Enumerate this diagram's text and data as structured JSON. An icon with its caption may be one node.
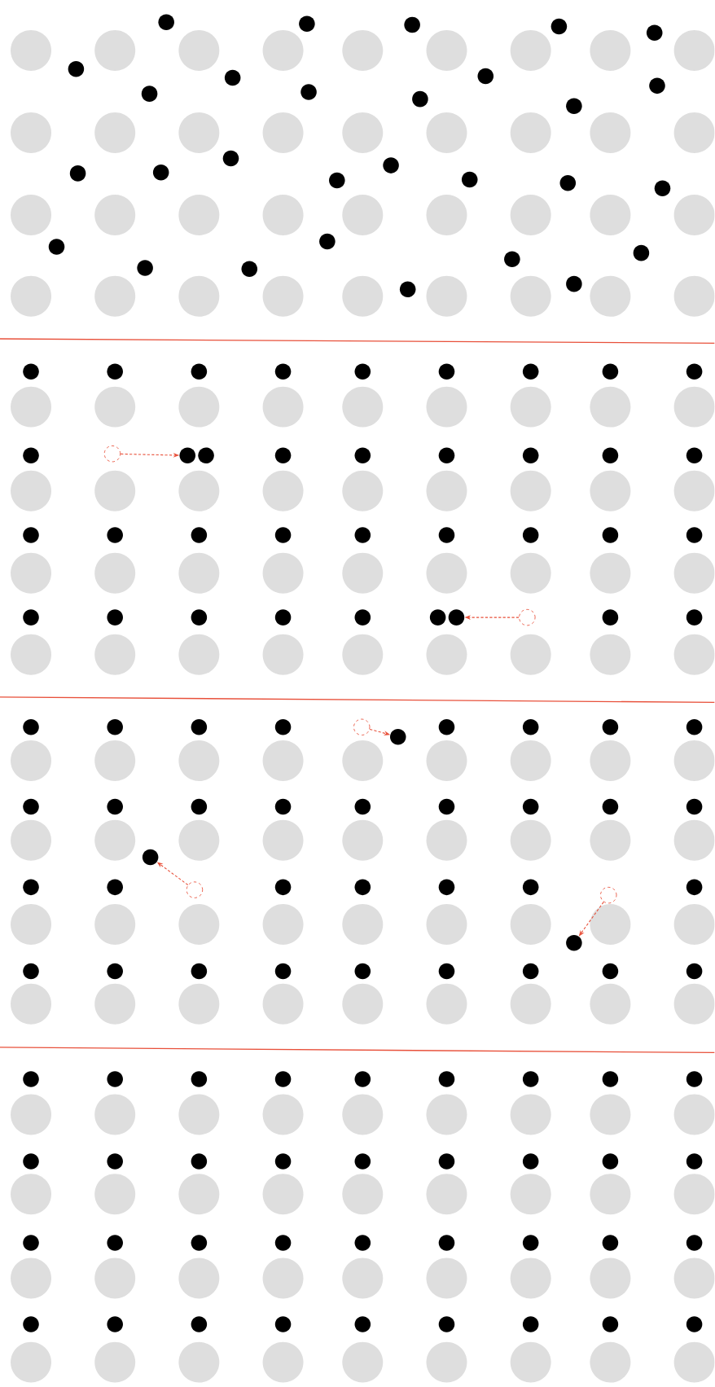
{
  "diagram": {
    "nodes": [
      {
        "text": [],
        "shape": "circle"
      },
      {
        "text": [],
        "shape": "circle"
      },
      {
        "text": [],
        "shape": "circle"
      },
      {
        "text": [],
        "shape": "circle"
      },
      {
        "text": [],
        "shape": "circle"
      },
      {
        "text": [],
        "shape": "circle"
      },
      {
        "text": [],
        "shape": "circle"
      },
      {
        "text": [],
        "shape": "circle"
      },
      {
        "text": [],
        "shape": "circle"
      },
      {
        "text": [],
        "shape": "circle"
      },
      {
        "text": [],
        "shape": "circle"
      },
      {
        "text": [],
        "shape": "circle"
      },
      {
        "text": [],
        "shape": "circle"
      },
      {
        "text": [],
        "shape": "circle"
      },
      {
        "text": [],
        "shape": "circle"
      },
      {
        "text": [],
        "shape": "circle"
      },
      {
        "text": [],
        "shape": "circle"
      },
      {
        "text": [],
        "shape": "circle"
      },
      {
        "text": [],
        "shape": "circle"
      },
      {
        "text": [],
        "shape": "circle"
      },
      {
        "text": [],
        "shape": "circle"
      },
      {
        "text": [],
        "shape": "circle"
      },
      {
        "text": [],
        "shape": "circle"
      },
      {
        "text": [],
        "shape": "circle"
      },
      {
        "text": [],
        "shape": "circle"
      },
      {
        "text": [],
        "shape": "circle"
      },
      {
        "text": [],
        "shape": "circle"
      },
      {
        "text": [],
        "shape": "circle"
      },
      {
        "text": [],
        "shape": "circle"
      },
      {
        "text": [],
        "shape": "circle"
      },
      {
        "text": [],
        "shape": "circle"
      },
      {
        "text": [],
        "shape": "circle"
      },
      {
        "text": [],
        "shape": "circle"
      },
      {
        "text": [],
        "shape": "circle"
      },
      {
        "text": [],
        "shape": "circle"
      },
      {
        "text": [],
        "shape": "circle"
      },
      {
        "text": [],
        "shape": "circle"
      },
      {
        "text": [],
        "shape": "circle"
      },
      {
        "text": [],
        "shape": "circle"
      },
      {
        "text": [],
        "shape": "circle"
      },
      {
        "text": [],
        "shape": "circle"
      },
      {
        "text": [],
        "shape": "circle"
      },
      {
        "text": [],
        "shape": "circle"
      },
      {
        "text": [],
        "shape": "circle"
      },
      {
        "text": [],
        "shape": "circle"
      },
      {
        "text": [],
        "shape": "circle"
      },
      {
        "text": [],
        "shape": "circle"
      },
      {
        "text": [],
        "shape": "circle"
      },
      {
        "text": [],
        "shape": "circle"
      },
      {
        "text": [],
        "shape": "circle"
      },
      {
        "text": [],
        "shape": "circle"
      },
      {
        "text": [],
        "shape": "circle"
      },
      {
        "text": [],
        "shape": "circle"
      },
      {
        "text": [],
        "shape": "circle"
      },
      {
        "text": [],
        "shape": "circle"
      },
      {
        "text": [],
        "shape": "circle"
      },
      {
        "text": [],
        "shape": "circle"
      },
      {
        "text": [],
        "shape": "circle"
      },
      {
        "text": [],
        "shape": "circle"
      },
      {
        "text": [],
        "shape": "circle"
      },
      {
        "text": [],
        "shape": "circle"
      },
      {
        "text": [],
        "shape": "circle"
      },
      {
        "text": [],
        "shape": "circle"
      },
      {
        "text": [],
        "shape": "circle"
      },
      {
        "text": [],
        "shape": "circle"
      },
      {
        "text": [],
        "shape": "circle"
      },
      {
        "text": [],
        "shape": "circle"
      },
      {
        "text": [],
        "shape": "circle"
      },
      {
        "text": [],
        "shape": "circle"
      },
      {
        "text": [],
        "shape": "circle"
      },
      {
        "text": [],
        "shape": "circle"
      },
      {
        "text": [],
        "shape": "circle"
      },
      {
        "text": [],
        "shape": "circle"
      },
      {
        "text": [],
        "shape": "circle"
      },
      {
        "text": [],
        "shape": "circle"
      },
      {
        "text": [],
        "shape": "circle"
      },
      {
        "text": [],
        "shape": "circle"
      },
      {
        "text": [],
        "shape": "circle"
      },
      {
        "text": [],
        "shape": "circle"
      },
      {
        "text": [],
        "shape": "circle"
      },
      {
        "text": [],
        "shape": "circle"
      },
      {
        "text": [],
        "shape": "circle"
      },
      {
        "text": [],
        "shape": "circle"
      },
      {
        "text": [],
        "shape": "circle"
      },
      {
        "text": [],
        "shape": "circle"
      },
      {
        "text": [],
        "shape": "circle"
      },
      {
        "text": [],
        "shape": "circle"
      },
      {
        "text": [],
        "shape": "circle"
      },
      {
        "text": [],
        "shape": "circle"
      },
      {
        "text": [],
        "shape": "circle"
      },
      {
        "text": [],
        "shape": "circle"
      },
      {
        "text": [],
        "shape": "circle"
      },
      {
        "text": [],
        "shape": "circle"
      },
      {
        "text": [],
        "shape": "circle"
      },
      {
        "text": [],
        "shape": "circle"
      },
      {
        "text": [],
        "shape": "circle"
      },
      {
        "text": [],
        "shape": "circle"
      },
      {
        "text": [],
        "shape": "circle"
      },
      {
        "text": [],
        "shape": "circle"
      },
      {
        "text": [],
        "shape": "circle"
      },
      {
        "text": [],
        "shape": "circle"
      },
      {
        "text": [],
        "shape": "circle"
      },
      {
        "text": [],
        "shape": "circle"
      },
      {
        "text": [],
        "shape": "circle"
      },
      {
        "text": [],
        "shape": "circle"
      },
      {
        "text": [],
        "shape": "circle"
      },
      {
        "text": [],
        "shape": "circle"
      },
      {
        "text": [],
        "shape": "circle"
      },
      {
        "text": [],
        "shape": "circle"
      },
      {
        "text": [],
        "shape": "circle"
      },
      {
        "text": [],
        "shape": "circle"
      },
      {
        "text": [],
        "shape": "circle"
      },
      {
        "text": [],
        "shape": "circle"
      },
      {
        "text": [],
        "shape": "circle"
      },
      {
        "text": [],
        "shape": "circle"
      },
      {
        "text": [],
        "shape": "circle"
      },
      {
        "text": [],
        "shape": "circle"
      },
      {
        "text": [],
        "shape": "circle"
      },
      {
        "text": [],
        "shape": "circle"
      },
      {
        "text": [],
        "shape": "circle"
      },
      {
        "text": [],
        "shape": "circle"
      },
      {
        "text": [],
        "shape": "circle"
      },
      {
        "text": [],
        "shape": "circle"
      },
      {
        "text": [],
        "shape": "circle"
      },
      {
        "text": [],
        "shape": "circle"
      },
      {
        "text": [],
        "shape": "circle"
      },
      {
        "text": [],
        "shape": "circle"
      },
      {
        "text": [],
        "shape": "circle"
      },
      {
        "text": [],
        "shape": "circle"
      },
      {
        "text": [],
        "shape": "circle"
      },
      {
        "text": [],
        "shape": "circle"
      },
      {
        "text": [],
        "shape": "circle"
      },
      {
        "text": [],
        "shape": "circle"
      },
      {
        "text": [],
        "shape": "circle"
      },
      {
        "text": [],
        "shape": "circle"
      },
      {
        "text": [],
        "shape": "circle"
      },
      {
        "text": [],
        "shape": "circle"
      },
      {
        "text": [],
        "shape": "circle"
      },
      {
        "text": [],
        "shape": "circle"
      },
      {
        "text": [],
        "shape": "circle"
      },
      {
        "text": [],
        "shape": "circle"
      },
      {
        "text": [],
        "shape": "circle"
      }
    ],
    "edges": [
      {
        "from": 39,
        "to": 40,
        "arrow": "to",
        "style": "dashed",
        "color": "#e8503a"
      },
      {
        "from": 64,
        "to": 63,
        "arrow": "to",
        "style": "dashed",
        "color": "#e8503a"
      },
      {
        "from": 71,
        "to": 72,
        "arrow": "to",
        "style": "dashed",
        "color": "#e8503a"
      },
      {
        "from": 89,
        "to": 86,
        "arrow": "to",
        "style": "dashed",
        "color": "#e8503a"
      },
      {
        "from": 94,
        "to": 96,
        "arrow": "to",
        "style": "dashed",
        "color": "#e8503a"
      }
    ]
  }
}
